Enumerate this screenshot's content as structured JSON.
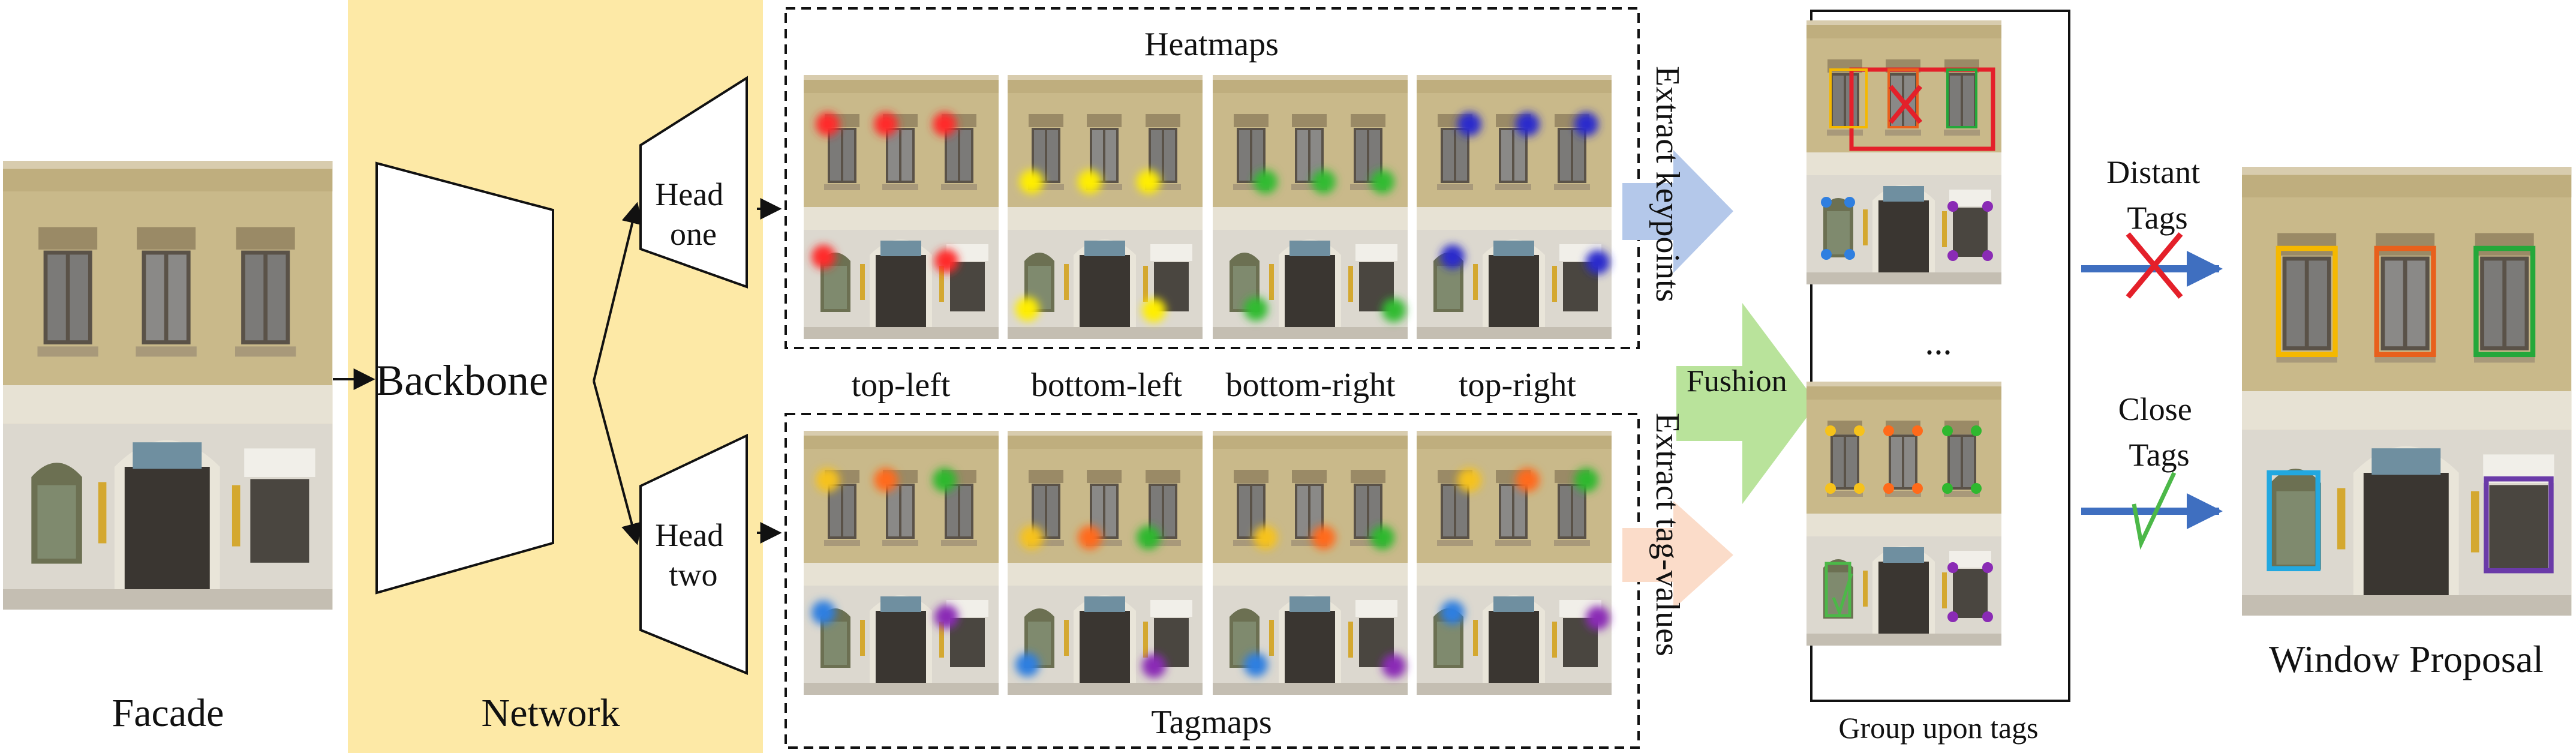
{
  "labels": {
    "facade": "Facade",
    "network": "Network",
    "backbone": "Backbone",
    "head_one": [
      "Head",
      "one"
    ],
    "head_two": [
      "Head",
      "two"
    ],
    "heatmaps": "Heatmaps",
    "tagmaps": "Tagmaps",
    "corners": [
      "top-left",
      "bottom-left",
      "bottom-right",
      "top-right"
    ],
    "extract_keypoints": "Extract keypoints",
    "extract_tag_values": "Extract tag-values",
    "fushion": "Fushion",
    "ellipsis": "...",
    "group_upon_tags": "Group upon tags",
    "distant_tags": [
      "Distant",
      "Tags"
    ],
    "close_tags": [
      "Close",
      "Tags"
    ],
    "window_proposal": "Window Proposal"
  },
  "colors": {
    "network_bg": "#fde9a6",
    "arrow_blue": "#3f6fc0",
    "keypoint_arrow": "#b4c8ea",
    "fusion_arrow": "#b9e39b",
    "tag_arrow": "#fbdcc9",
    "cross_red": "#e4202a",
    "check_green": "#4cb848",
    "heat_top_left": "#ff2a2a",
    "heat_bottom_left": "#ffee00",
    "heat_bottom_right": "#33bb33",
    "heat_top_right": "#2b2bcc",
    "tag_orange": "#ff6a1a",
    "tag_green": "#2fb82f",
    "tag_yellow": "#f6c21b",
    "tag_blue": "#2f7fe0",
    "tag_purple": "#8a2bb5",
    "box_yellow": "#f5b800",
    "box_orange": "#e8601c",
    "box_green": "#24a83a",
    "box_cyan": "#22a8e0",
    "box_purple": "#6a3aa8"
  }
}
